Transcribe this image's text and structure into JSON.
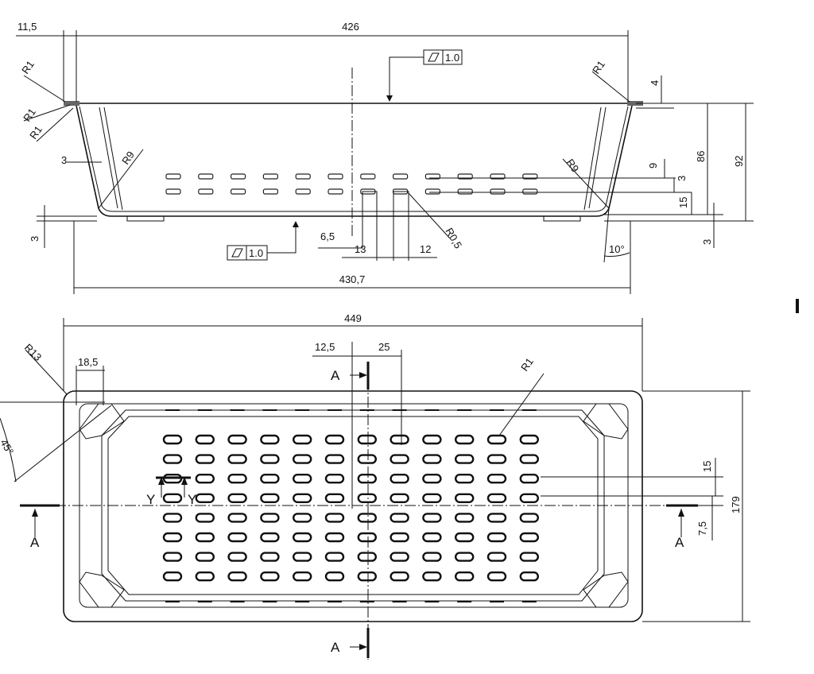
{
  "section_view": {
    "dims": {
      "edge_offset": "11,5",
      "top_width": "426",
      "bottom_width": "430,7",
      "r1": "R1",
      "r9": "R9",
      "r05": "R0,5",
      "wall": "3",
      "lip": "4",
      "v9": "9",
      "v3": "3",
      "v15": "15",
      "h86": "86",
      "h92": "92",
      "foot": "3",
      "left_foot": "3",
      "slot_off": "6,5",
      "slot_w": "13",
      "slot_pitch": "12",
      "angle": "10°"
    },
    "flatness_top": "1.0",
    "flatness_bottom": "1.0"
  },
  "plan_view": {
    "dims": {
      "overall_width": "449",
      "overall_height": "179",
      "corner_radius": "R13",
      "inset": "18,5",
      "offset_12_5": "12,5",
      "pitch_25": "25",
      "r1": "R1",
      "angle": "45°",
      "row_pitch": "15",
      "half_pitch": "7,5"
    },
    "section_label": "A",
    "detail_label": "Y",
    "slot_rows": 8,
    "slot_cols": 12
  }
}
